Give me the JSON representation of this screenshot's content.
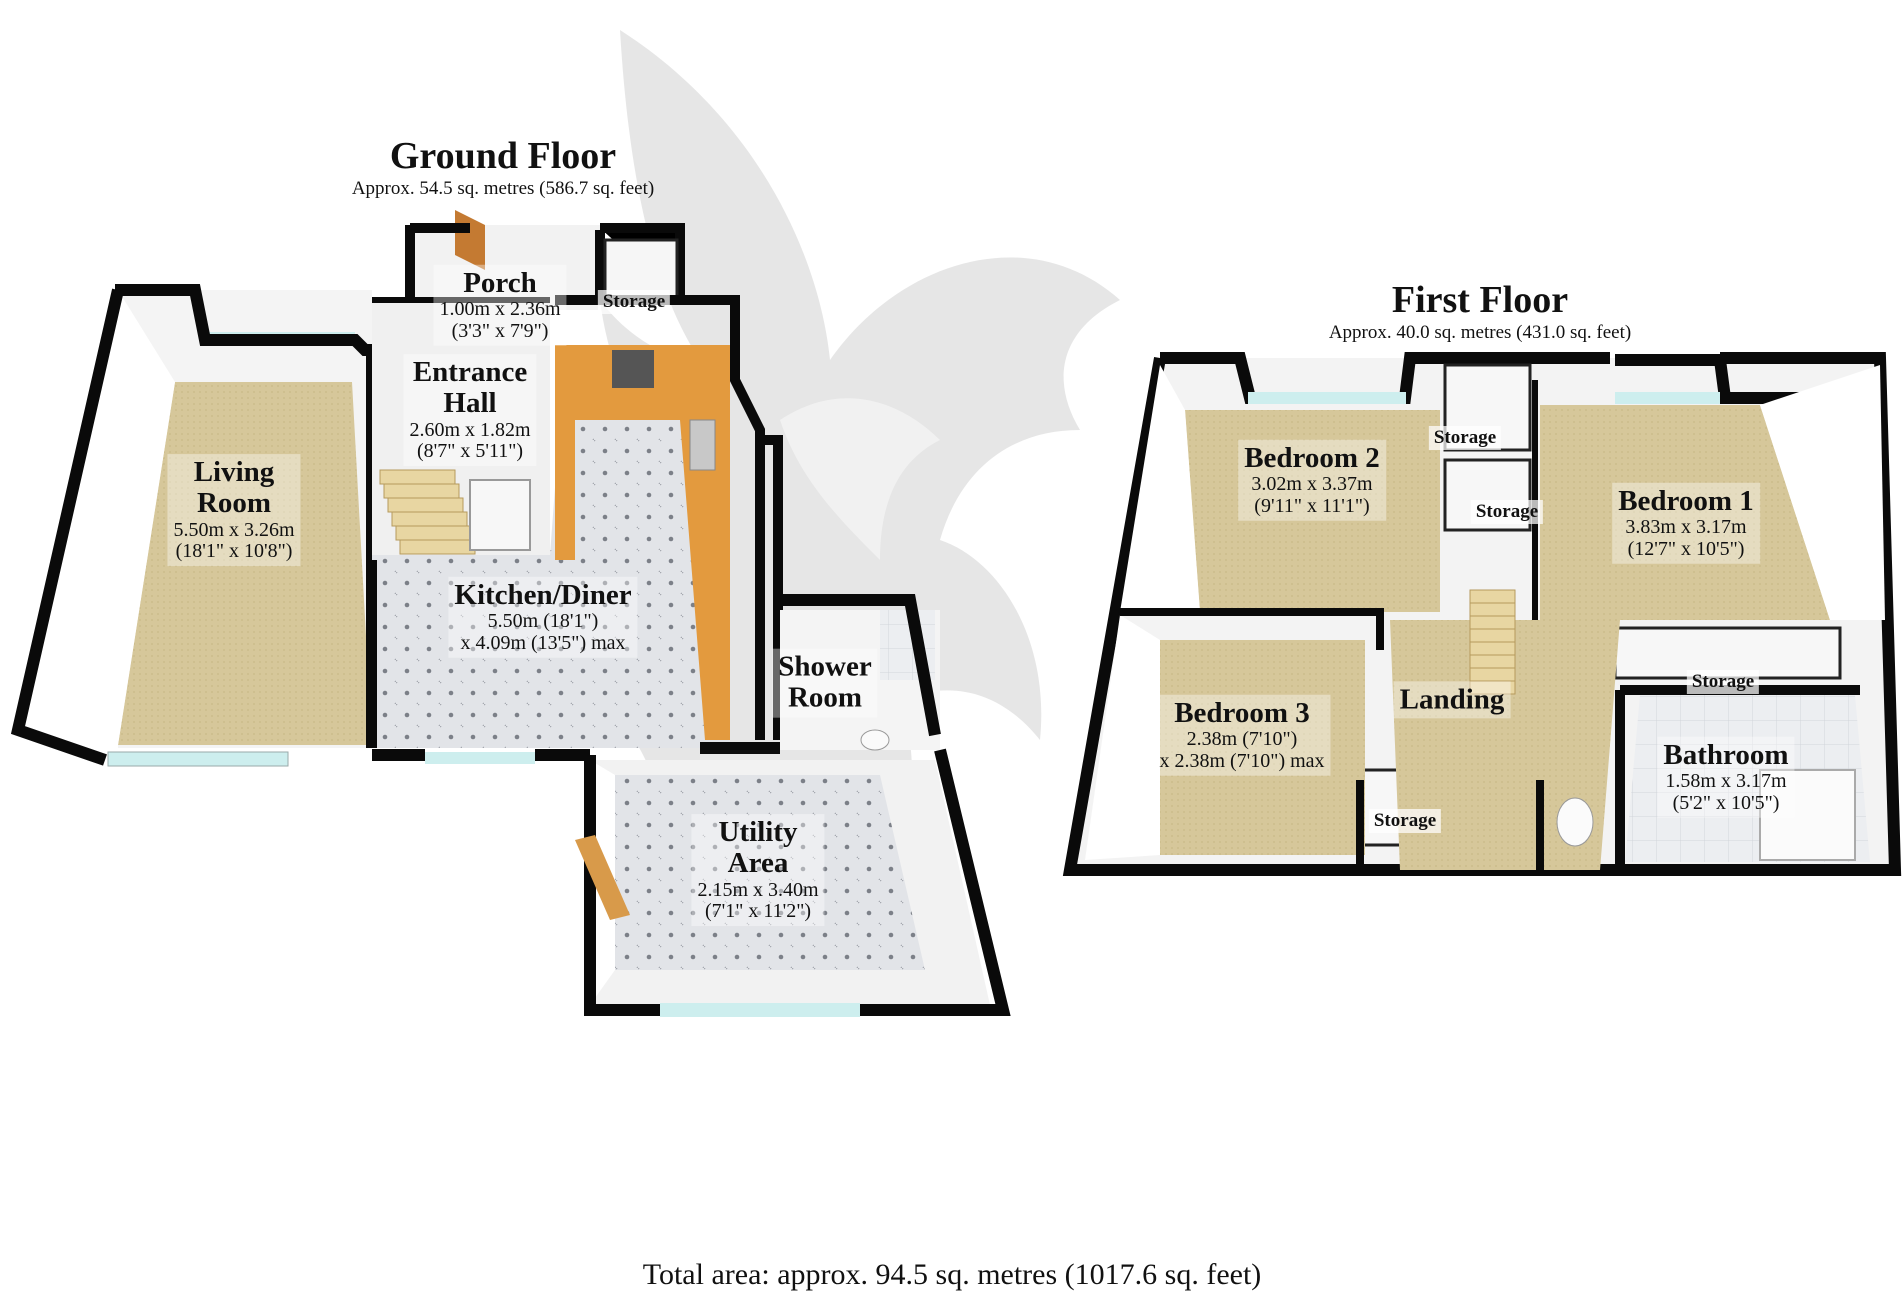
{
  "ground_floor": {
    "title": "Ground Floor",
    "area": "Approx. 54.5 sq. metres (586.7 sq. feet)",
    "rooms": [
      {
        "name": "Living\nRoom",
        "dims": [
          "5.50m x 3.26m",
          "(18'1\" x 10'8\")"
        ]
      },
      {
        "name": "Porch",
        "dims": [
          "1.00m x 2.36m",
          "(3'3\" x 7'9\")"
        ]
      },
      {
        "name": "Entrance\nHall",
        "dims": [
          "2.60m x 1.82m",
          "(8'7\" x 5'11\")"
        ]
      },
      {
        "name": "Kitchen/Diner",
        "dims": [
          "5.50m (18'1\")",
          "x 4.09m (13'5\") max"
        ]
      },
      {
        "name": "Shower\nRoom",
        "dims": []
      },
      {
        "name": "Utility\nArea",
        "dims": [
          "2.15m x 3.40m",
          "(7'1\" x 11'2\")"
        ]
      }
    ],
    "storage_label": "Storage"
  },
  "first_floor": {
    "title": "First Floor",
    "area": "Approx. 40.0 sq. metres (431.0 sq. feet)",
    "rooms": [
      {
        "name": "Bedroom 2",
        "dims": [
          "3.02m x 3.37m",
          "(9'11\" x 11'1\")"
        ]
      },
      {
        "name": "Bedroom 1",
        "dims": [
          "3.83m x 3.17m",
          "(12'7\" x 10'5\")"
        ]
      },
      {
        "name": "Bedroom 3",
        "dims": [
          "2.38m (7'10\")",
          "x 2.38m (7'10\") max"
        ]
      },
      {
        "name": "Landing",
        "dims": []
      },
      {
        "name": "Bathroom",
        "dims": [
          "1.58m x 3.17m",
          "(5'2\" x 10'5\")"
        ]
      }
    ],
    "storage_labels": [
      "Storage",
      "Storage",
      "Storage",
      "Storage"
    ]
  },
  "total_area": "Total area: approx. 94.5 sq. metres (1017.6 sq. feet)",
  "colors": {
    "wall": "#0a0a0a",
    "carpet": "#d8c99c",
    "kitchen_floor": "#d9dbe0",
    "worktop": "#e39a3e",
    "window": "#cfeff0",
    "wall_inner": "#f3f3f3",
    "watermark": "#c9c9c9"
  }
}
